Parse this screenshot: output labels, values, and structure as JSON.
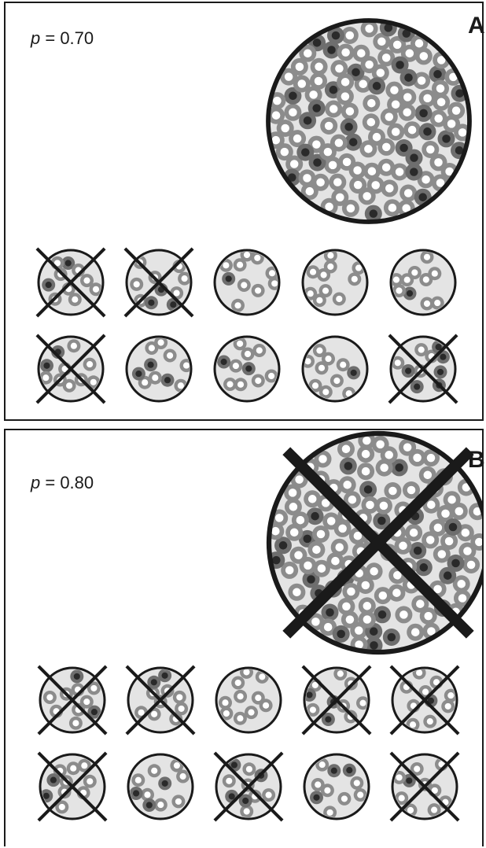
{
  "colors": {
    "frame": "#1a1a1a",
    "dish_fill": "#e4e4e4",
    "ring": "#8c8c8c",
    "ring_dark": "#6e6e6e",
    "nucleus": "#2a2a2a"
  },
  "panels": [
    {
      "id": "A",
      "letter": "A",
      "p_symbol": "p",
      "p_text": " = 0.70",
      "large_dish_crossed": false,
      "small_dishes_crossed": [
        [
          true,
          true,
          false,
          false,
          false
        ],
        [
          true,
          false,
          false,
          false,
          true
        ]
      ]
    },
    {
      "id": "B",
      "letter": "B",
      "p_symbol": "p",
      "p_text": " = 0.80",
      "large_dish_crossed": true,
      "small_dishes_crossed": [
        [
          true,
          true,
          false,
          true,
          true
        ],
        [
          true,
          false,
          true,
          false,
          true
        ]
      ]
    }
  ]
}
